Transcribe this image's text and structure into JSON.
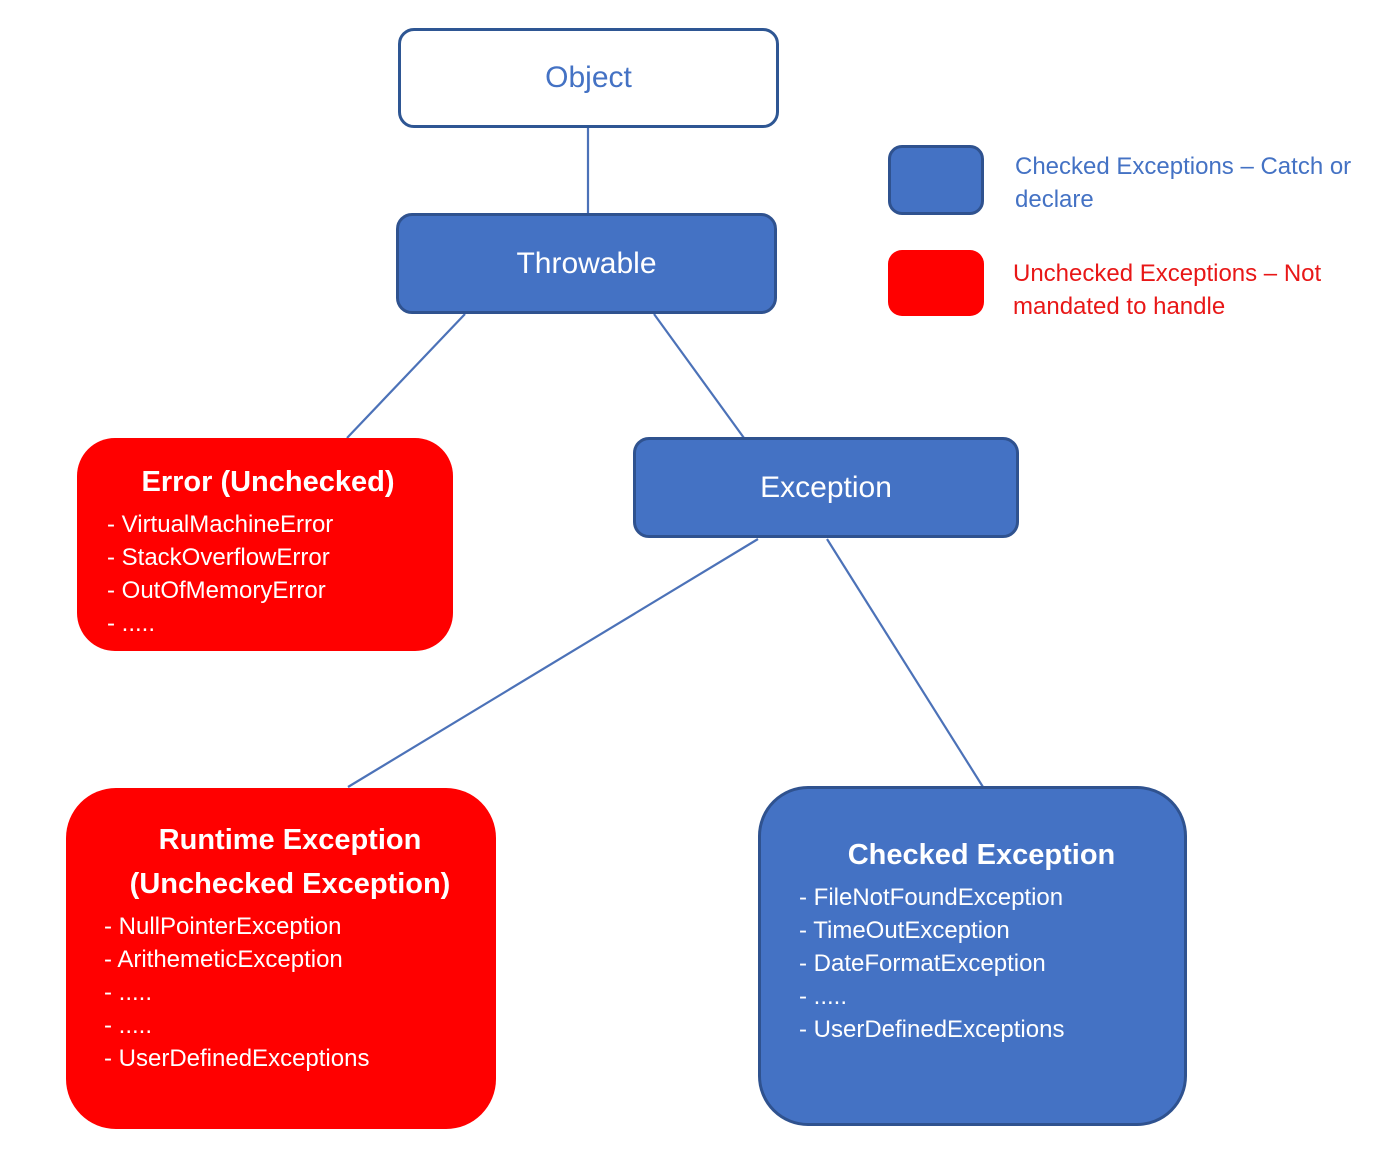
{
  "nodes": {
    "object": {
      "label": "Object"
    },
    "throwable": {
      "label": "Throwable"
    },
    "exception": {
      "label": "Exception"
    },
    "error": {
      "title": "Error (Unchecked)",
      "items": [
        "- VirtualMachineError",
        "- StackOverflowError",
        "- OutOfMemoryError",
        "- ....."
      ]
    },
    "runtime": {
      "title_line1": "Runtime Exception",
      "title_line2": "(Unchecked Exception)",
      "items": [
        "- NullPointerException",
        "- ArithemeticException",
        "- .....",
        "- .....",
        "- UserDefinedExceptions"
      ]
    },
    "checked": {
      "title": "Checked Exception",
      "items": [
        "- FileNotFoundException",
        "- TimeOutException",
        "- DateFormatException",
        "- .....",
        "- UserDefinedExceptions"
      ]
    }
  },
  "legend": {
    "checked_label": "Checked Exceptions – Catch or declare",
    "unchecked_label": "Unchecked Exceptions – Not mandated to handle"
  },
  "colors": {
    "blue_fill": "#4472C4",
    "blue_border": "#2F528F",
    "red_fill": "#FF0000",
    "blue_text": "#4472C4",
    "red_text": "#E81717",
    "connector_line": "#4C72B8"
  }
}
